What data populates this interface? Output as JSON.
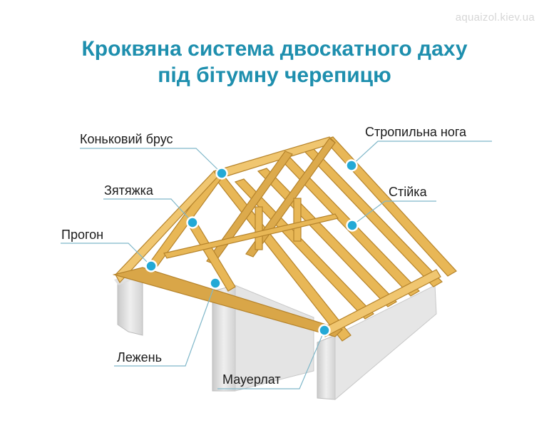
{
  "watermark": "aquaizol.kiev.ua",
  "title": {
    "line1": "Кроквяна система двоскатного даху",
    "line2": "під бітумну черепицю"
  },
  "labels": {
    "ridge_beam": "Коньковий брус",
    "rafter_leg": "Стропильна нога",
    "tie_beam": "Зятяжка",
    "post": "Стійка",
    "purlin": "Прогон",
    "sill": "Лежень",
    "wall_plate": "Мауерлат"
  },
  "colors": {
    "title": "#1e8fae",
    "marker": "#23a9d6",
    "leader": "#7fb7c9",
    "wood": "#e8b756",
    "wall": "#dadada"
  }
}
